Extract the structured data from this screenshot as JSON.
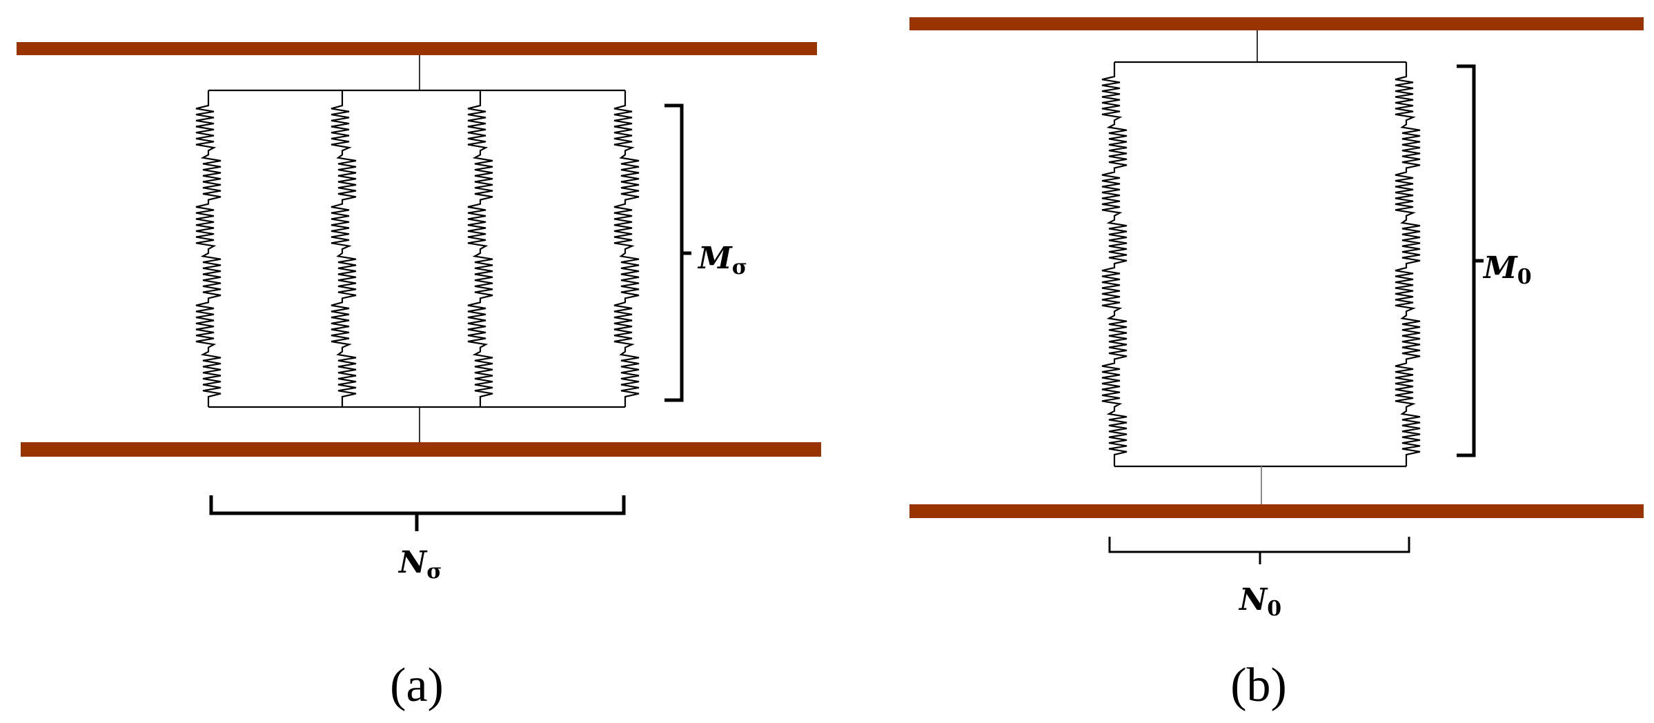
{
  "panels": [
    {
      "id": "a",
      "caption": "(a)",
      "label_m": "M",
      "label_m_sub": "σ",
      "label_n": "N",
      "label_n_sub": "σ",
      "chains": 4,
      "segments_per_chain": 6
    },
    {
      "id": "b",
      "caption": "(b)",
      "label_m": "M",
      "label_m_sub": "0",
      "label_n": "N",
      "label_n_sub": "0",
      "chains": 2,
      "segments_per_chain": 8
    }
  ],
  "colors": {
    "plate": "#993300",
    "wire": "#000000"
  }
}
